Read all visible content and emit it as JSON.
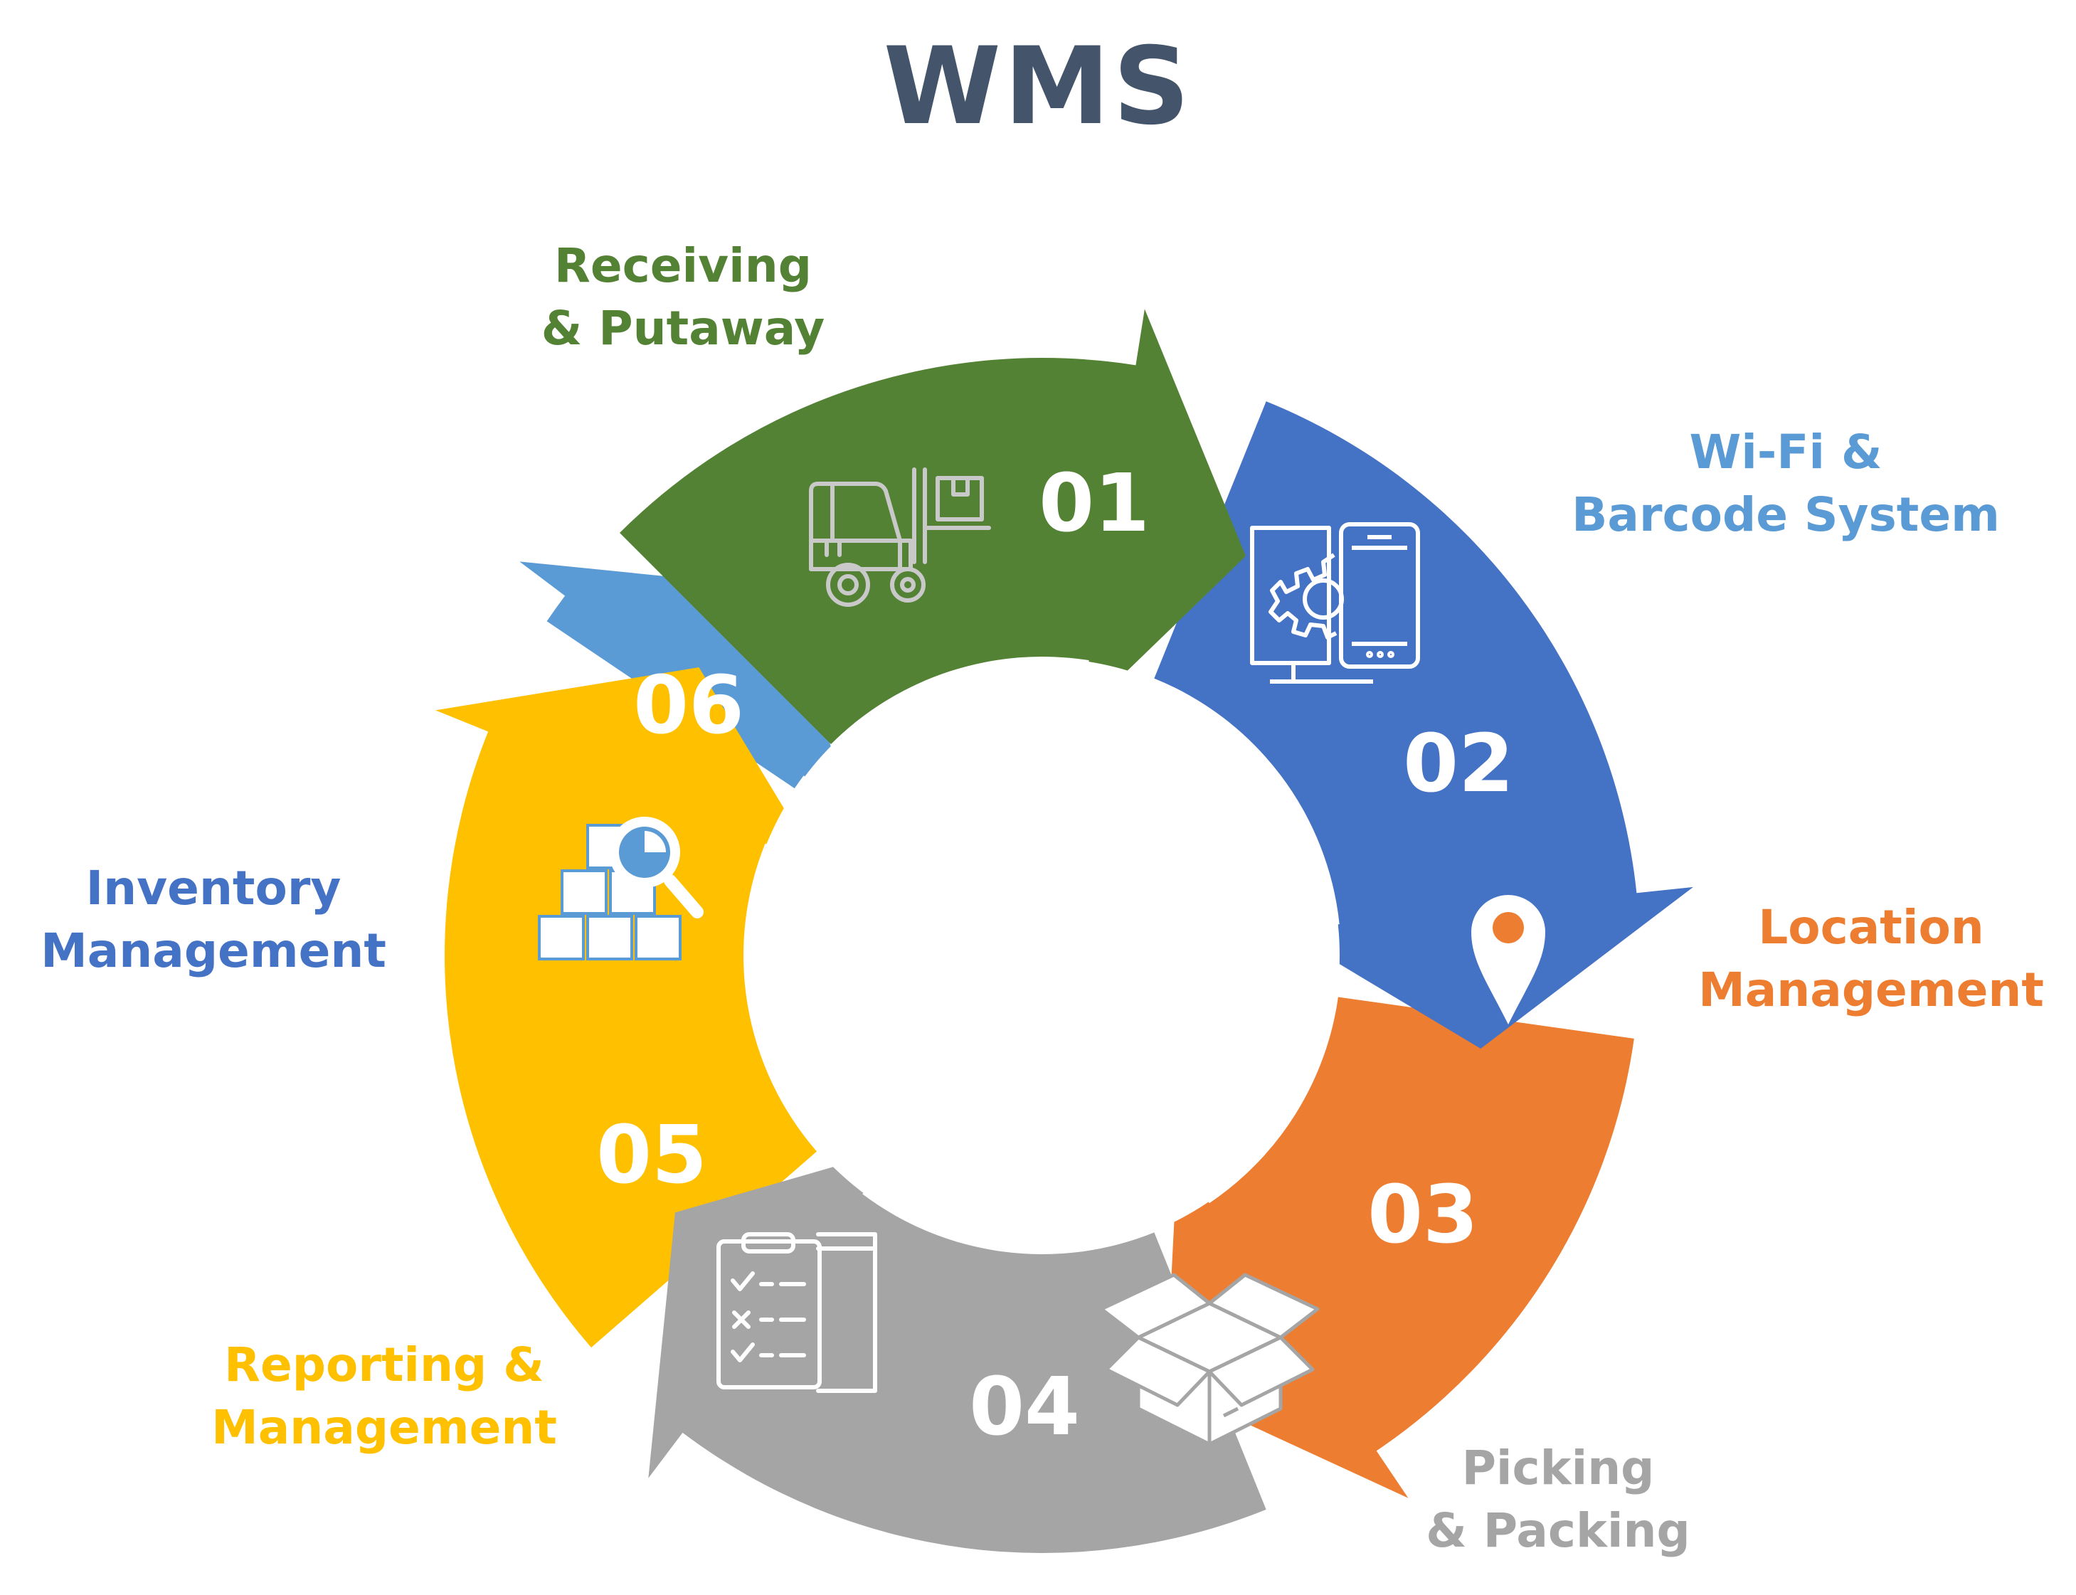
{
  "title": "WMS",
  "colors": {
    "title": "#44546a",
    "seg1": "#548235",
    "seg2": "#4472c4",
    "seg3": "#ed7d31",
    "seg4": "#a5a5a5",
    "seg5": "#ffc000",
    "seg6": "#5b9bd5",
    "label1": "#548235",
    "label2": "#5b9bd5",
    "label3": "#ed7d31",
    "label4": "#a5a5a5",
    "label5": "#ffc000",
    "label6": "#4472c4"
  },
  "steps": [
    {
      "number": "01",
      "line1": "Receiving",
      "line2": "& Putaway",
      "icon": "forklift-icon"
    },
    {
      "number": "02",
      "line1": "Wi-Fi &",
      "line2": "Barcode System",
      "icon": "monitor-phone-gear-icon"
    },
    {
      "number": "03",
      "line1": "Location",
      "line2": "Management",
      "icon": "location-pin-icon"
    },
    {
      "number": "04",
      "line1": "Picking",
      "line2": "& Packing",
      "icon": "open-box-icon"
    },
    {
      "number": "05",
      "line1": "Reporting &",
      "line2": "Management",
      "icon": "clipboard-checklist-icon"
    },
    {
      "number": "06",
      "line1": "Inventory",
      "line2": "Management",
      "icon": "boxes-magnifier-icon"
    }
  ]
}
